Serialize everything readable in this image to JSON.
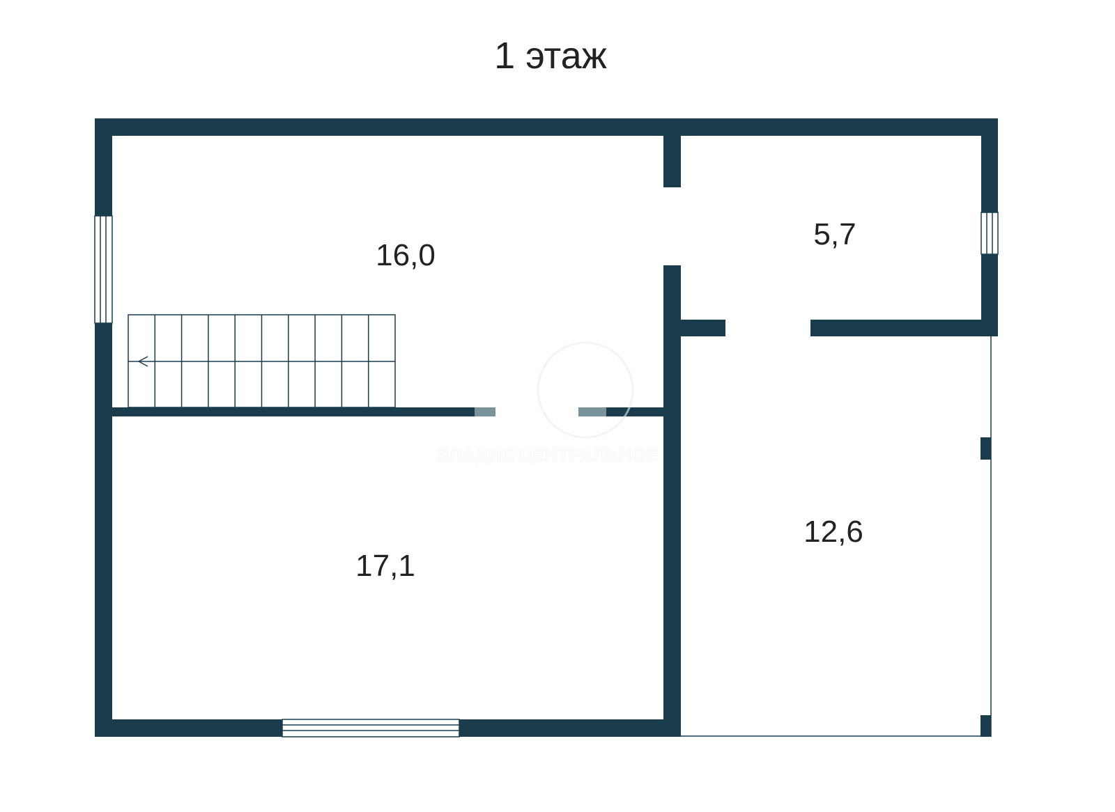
{
  "title": "1 этаж",
  "rooms": [
    {
      "name": "room-upper-left",
      "area": "16,0"
    },
    {
      "name": "room-upper-right",
      "area": "5,7"
    },
    {
      "name": "room-lower-left",
      "area": "17,1"
    },
    {
      "name": "room-lower-right",
      "area": "12,6"
    }
  ],
  "watermark": "ВЛАДИС ЦЕНТРАЛЬНОЕ",
  "colors": {
    "wall": "#193d4d",
    "watermark": "#e9ecee"
  }
}
